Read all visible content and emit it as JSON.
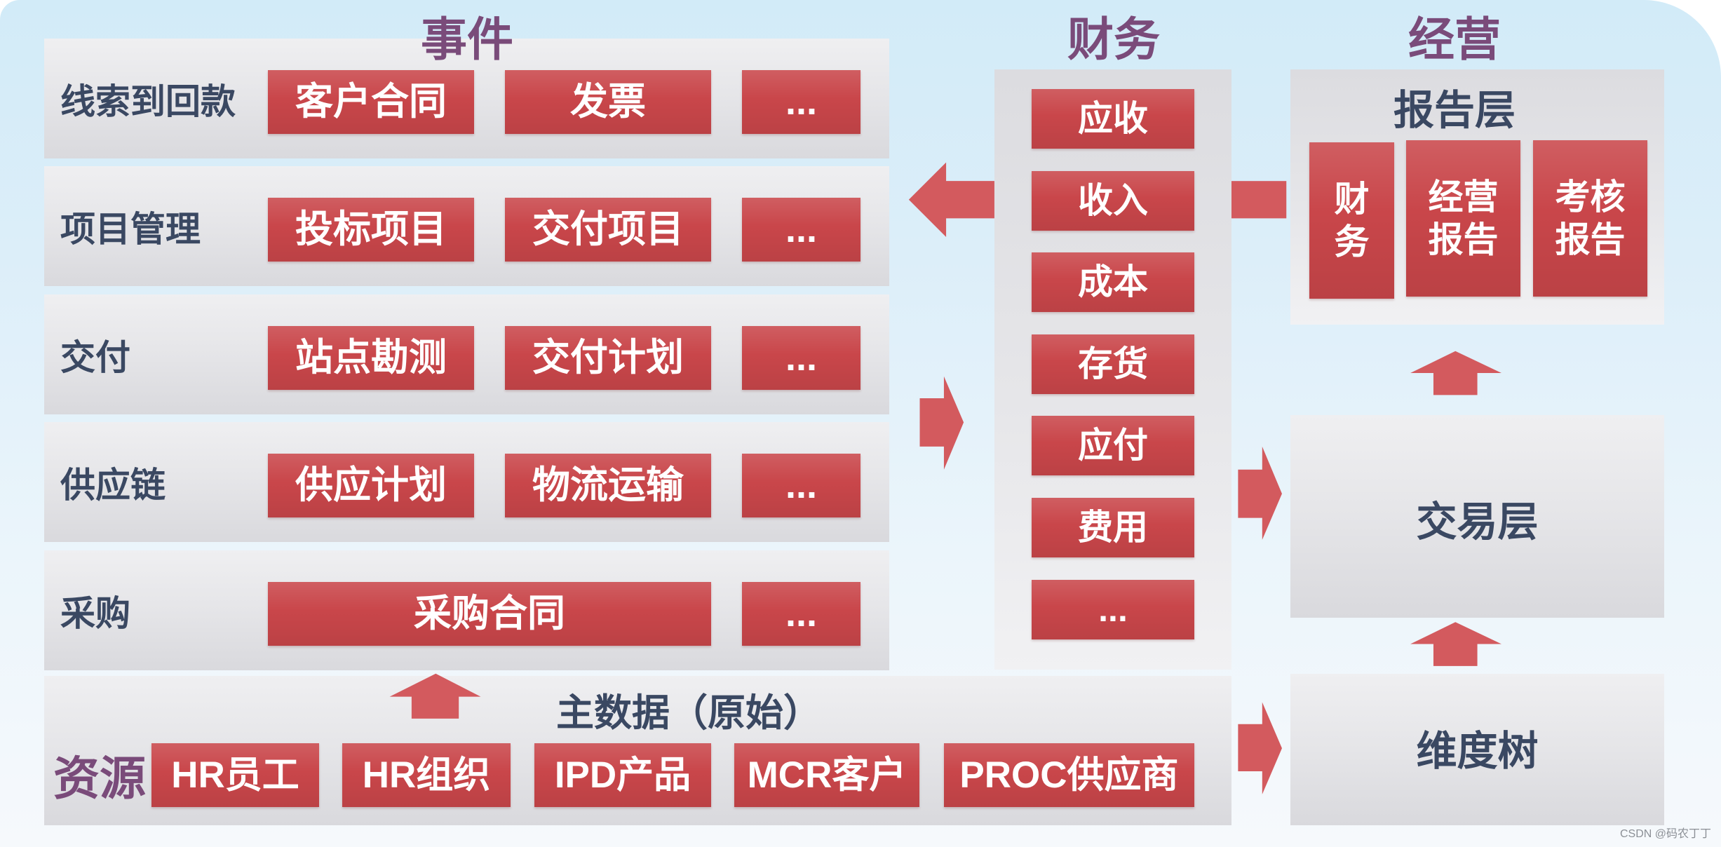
{
  "titles": {
    "events": "事件",
    "finance": "财务",
    "operation": "经营"
  },
  "events": {
    "rows": [
      {
        "label": "线索到回款",
        "items": [
          "客户合同",
          "发票",
          "..."
        ]
      },
      {
        "label": "项目管理",
        "items": [
          "投标项目",
          "交付项目",
          "..."
        ]
      },
      {
        "label": "交付",
        "items": [
          "站点勘测",
          "交付计划",
          "..."
        ]
      },
      {
        "label": "供应链",
        "items": [
          "供应计划",
          "物流运输",
          "..."
        ]
      },
      {
        "label": "采购",
        "items": [
          "采购合同",
          "..."
        ]
      }
    ]
  },
  "master_data": {
    "title": "主数据（原始）",
    "resource_label": "资源",
    "items": [
      "HR员工",
      "HR组织",
      "IPD产品",
      "MCR客户",
      "PROC供应商"
    ]
  },
  "finance": {
    "items": [
      "应收",
      "收入",
      "成本",
      "存货",
      "应付",
      "费用",
      "..."
    ]
  },
  "operation": {
    "report_layer": {
      "title": "报告层",
      "items": [
        {
          "lines": [
            "财",
            "务"
          ]
        },
        {
          "lines": [
            "经营",
            "报告"
          ]
        },
        {
          "lines": [
            "考核",
            "报告"
          ]
        }
      ]
    },
    "transaction_layer": {
      "title": "交易层"
    },
    "dimension_tree": {
      "title": "维度树"
    }
  },
  "watermark": "CSDN @码农丁丁",
  "colors": {
    "box_red": "#c9464a",
    "arrow_red": "#d35a5e",
    "title_purple": "#7a4b7a",
    "label_slate": "#3a4862",
    "background_top": "#d2ebf8"
  }
}
